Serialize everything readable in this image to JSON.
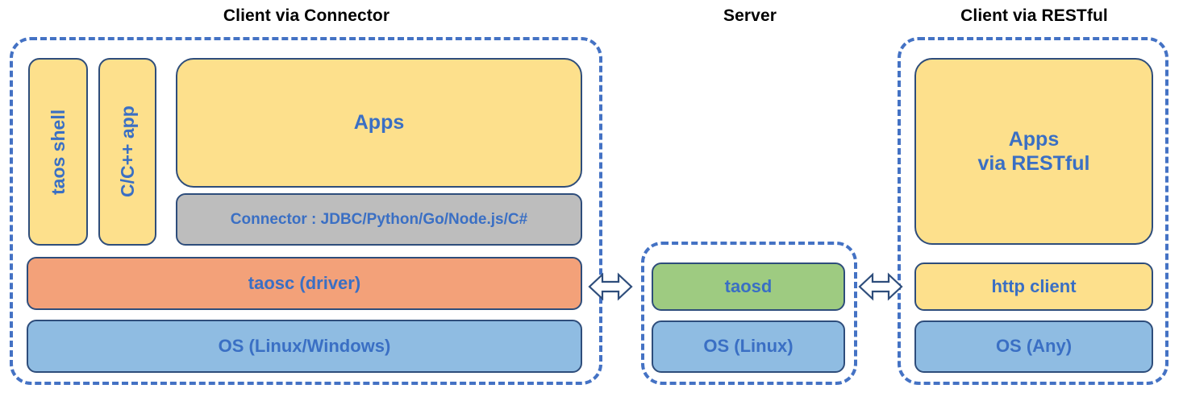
{
  "diagram": {
    "title_connector": "Client via Connector",
    "title_server": "Server",
    "title_restful": "Client via RESTful",
    "colors": {
      "dashed_border": "#4472C4",
      "block_border": "#2E4D7B",
      "text": "#3A6FC4",
      "title_text": "#000000",
      "yellow": "#FDE08C",
      "blue": "#8FBCE2",
      "orange": "#F3A179",
      "green": "#9ECB81",
      "gray": "#BDBDBD",
      "background": "#FFFFFF"
    }
  },
  "client_connector": {
    "taos_shell": "taos shell",
    "cpp_app": "C/C++ app",
    "apps": "Apps",
    "connector": "Connector : JDBC/Python/Go/Node.js/C#",
    "taosc": "taosc (driver)",
    "os": "OS (Linux/Windows)"
  },
  "server": {
    "taosd": "taosd",
    "os": "OS (Linux)"
  },
  "client_restful": {
    "apps": "Apps\nvia RESTful",
    "apps_line1": "Apps",
    "apps_line2": "via RESTful",
    "http_client": "http client",
    "os": "OS (Any)"
  },
  "arrows": {
    "left": "double-headed-arrow",
    "right": "double-headed-arrow"
  }
}
